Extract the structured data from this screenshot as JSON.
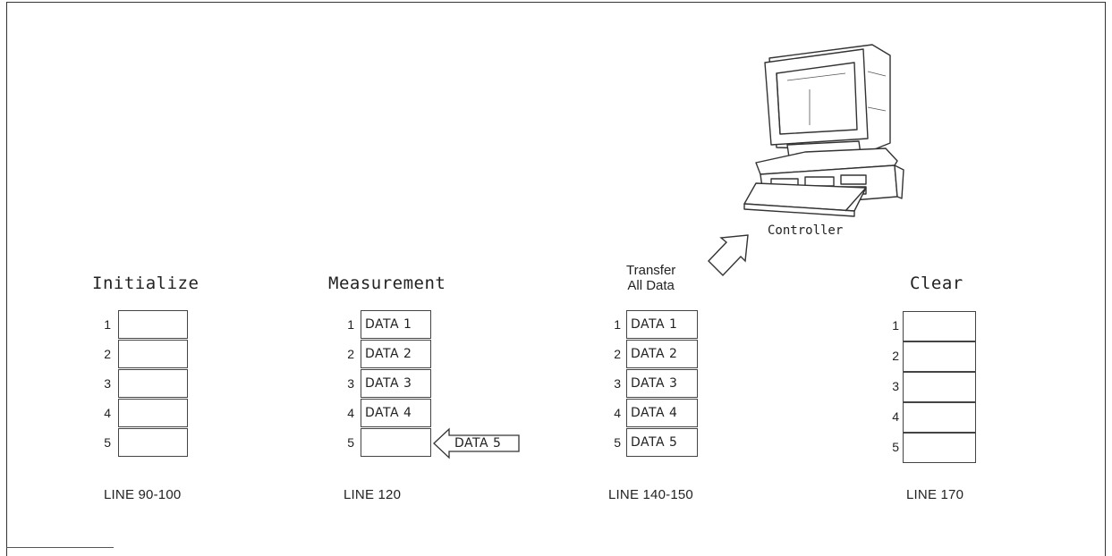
{
  "stages": [
    {
      "title": "Initialize",
      "caption": "LINE 90-100",
      "rows": [
        {
          "num": "1",
          "value": ""
        },
        {
          "num": "2",
          "value": ""
        },
        {
          "num": "3",
          "value": ""
        },
        {
          "num": "4",
          "value": ""
        },
        {
          "num": "5",
          "value": ""
        }
      ]
    },
    {
      "title": "Measurement",
      "caption": "LINE 120",
      "incoming": "DATA 5",
      "rows": [
        {
          "num": "1",
          "value": "DATA 1"
        },
        {
          "num": "2",
          "value": "DATA 2"
        },
        {
          "num": "3",
          "value": "DATA 3"
        },
        {
          "num": "4",
          "value": "DATA 4"
        },
        {
          "num": "5",
          "value": ""
        }
      ]
    },
    {
      "title": "Transfer\nAll Data",
      "caption": "LINE 140-150",
      "rows": [
        {
          "num": "1",
          "value": "DATA 1"
        },
        {
          "num": "2",
          "value": "DATA 2"
        },
        {
          "num": "3",
          "value": "DATA 3"
        },
        {
          "num": "4",
          "value": "DATA 4"
        },
        {
          "num": "5",
          "value": "DATA 5"
        }
      ]
    },
    {
      "title": "Clear",
      "caption": "LINE 170",
      "rows": [
        {
          "num": "1",
          "value": ""
        },
        {
          "num": "2",
          "value": ""
        },
        {
          "num": "3",
          "value": ""
        },
        {
          "num": "4",
          "value": ""
        },
        {
          "num": "5",
          "value": ""
        }
      ]
    }
  ],
  "controller": {
    "label": "Controller",
    "icon": "computer-icon"
  }
}
